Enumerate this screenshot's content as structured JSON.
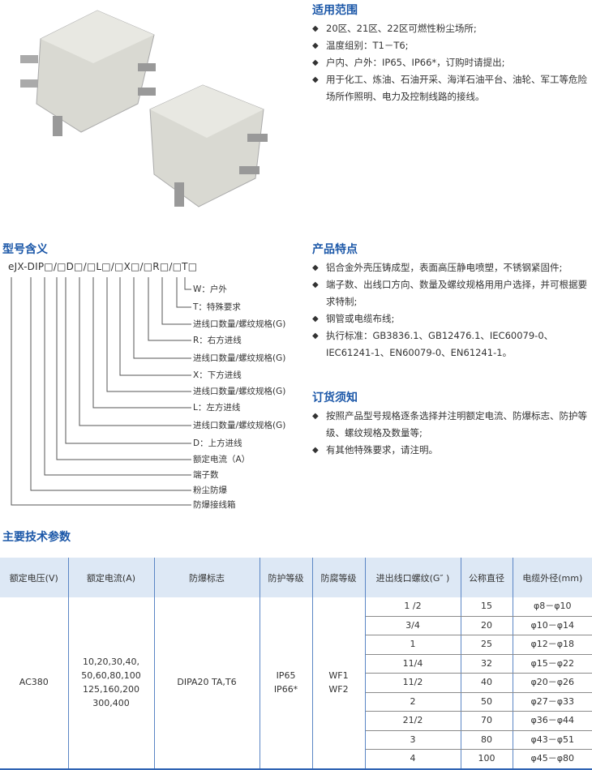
{
  "scope": {
    "title": "适用范围",
    "items": [
      "20区、21区、22区可燃性粉尘场所;",
      "温度组别：T1－T6;",
      "户内、户外：IP65、IP66*，订购时请提出;",
      "用于化工、炼油、石油开采、海洋石油平台、油轮、军工等危险场所作照明、电力及控制线路的接线。"
    ]
  },
  "model": {
    "title": "型号含义",
    "prefix": "eJX-DIP□/□D□/□L□/□X□/□R□/□T□",
    "labels": [
      "W：户外",
      "T：特殊要求",
      "进线口数量/螺纹规格(G)",
      "R：右方进线",
      "进线口数量/螺纹规格(G)",
      "X：下方进线",
      "进线口数量/螺纹规格(G)",
      "L：左方进线",
      "进线口数量/螺纹规格(G)",
      "D：上方进线",
      "额定电流（A）",
      "端子数",
      "粉尘防爆",
      "防爆接线箱"
    ]
  },
  "features": {
    "title": "产品特点",
    "items": [
      "铝合金外壳压铸成型，表面高压静电喷塑，不锈钢紧固件;",
      "端子数、出线口方向、数量及螺纹规格用用户选择，并可根据要求特制;",
      "钢管或电缆布线;",
      "执行标准：GB3836.1、GB12476.1、IEC60079-0、IEC61241-1、EN60079-0、EN61241-1。"
    ]
  },
  "order": {
    "title": "订货须知",
    "items": [
      "按照产品型号规格逐条选择并注明额定电流、防爆标志、防护等级、螺纹规格及数量等;",
      "有其他特殊要求，请注明。"
    ]
  },
  "params": {
    "title": "主要技术参数",
    "headers": [
      "额定电压(V)",
      "额定电流(A)",
      "防爆标志",
      "防护等级",
      "防腐等级",
      "进出线口螺纹(G″ )",
      "公称直径",
      "电缆外径(mm)"
    ],
    "voltage": "AC380",
    "current": [
      "10,20,30,40,",
      "50,60,80,100",
      "125,160,200",
      "300,400"
    ],
    "mark": "DIPA20 TA,T6",
    "ip": [
      "IP65",
      "IP66*"
    ],
    "wf": [
      "WF1",
      "WF2"
    ],
    "rows": [
      [
        "1 /2",
        "15",
        "φ8－φ10"
      ],
      [
        "3/4",
        "20",
        "φ10－φ14"
      ],
      [
        "1",
        "25",
        "φ12－φ18"
      ],
      [
        "11/4",
        "32",
        "φ15－φ22"
      ],
      [
        "11/2",
        "40",
        "φ20－φ26"
      ],
      [
        "2",
        "50",
        "φ27－φ33"
      ],
      [
        "21/2",
        "70",
        "φ36－φ44"
      ],
      [
        "3",
        "80",
        "φ43－φ51"
      ],
      [
        "4",
        "100",
        "φ45－φ80"
      ]
    ]
  }
}
